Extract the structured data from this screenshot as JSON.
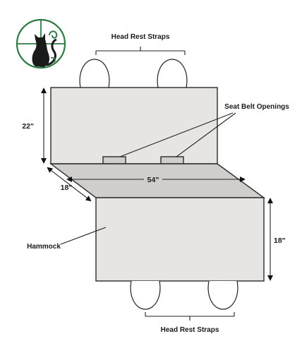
{
  "labels": {
    "head_rest_straps_top": "Head Rest Straps",
    "seat_belt_openings": "Seat Belt Openings",
    "dim_back_height": "22\"",
    "dim_width": "54\"",
    "dim_seat_depth": "18\"",
    "dim_hammock_height": "18\"",
    "hammock": "Hammock",
    "head_rest_straps_bottom": "Head Rest Straps"
  },
  "logo": {
    "description_icon": "cat-logo-icon"
  },
  "colors": {
    "panel": "#e6e5e3",
    "seat": "#cfcecb",
    "outline": "#2a2a2a",
    "logo_green": "#2f7a44"
  }
}
